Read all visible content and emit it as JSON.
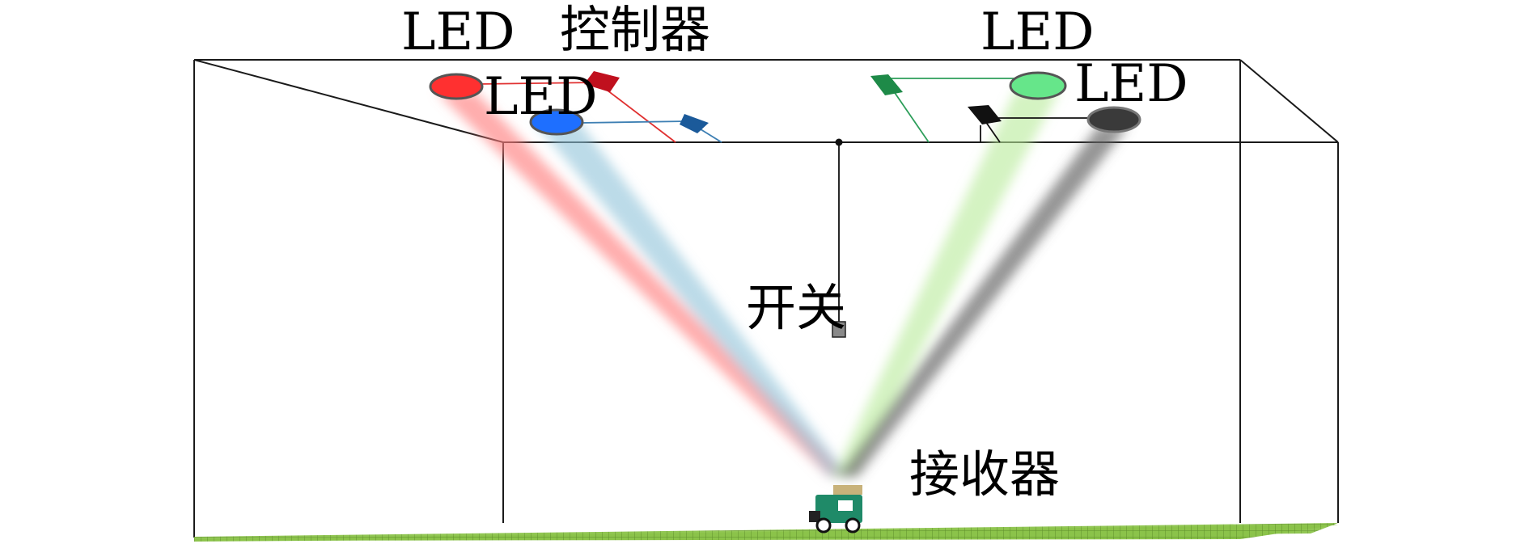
{
  "labels": {
    "led_top_left": "LED",
    "controller": "控制器",
    "led_top_right": "LED",
    "led_blue": "LED",
    "led_black": "LED",
    "switch": "开关",
    "receiver": "接收器"
  },
  "leds": [
    {
      "name": "red",
      "color": "#ff3030"
    },
    {
      "name": "blue",
      "color": "#1e6fff"
    },
    {
      "name": "green",
      "color": "#66e68a"
    },
    {
      "name": "black",
      "color": "#3a3a3a"
    }
  ],
  "beam_colors": {
    "red": "#ff8080",
    "blue": "#8fc3d8",
    "green": "#b8eb9a",
    "black": "#6a6a6a"
  },
  "controllers": [
    {
      "name": "red",
      "color": "#c0101e"
    },
    {
      "name": "blue",
      "color": "#1b5a9a"
    },
    {
      "name": "green",
      "color": "#1e8a48"
    },
    {
      "name": "black",
      "color": "#111111"
    }
  ],
  "floor_color": "#8bc34a",
  "train_color": "#1f8a68"
}
